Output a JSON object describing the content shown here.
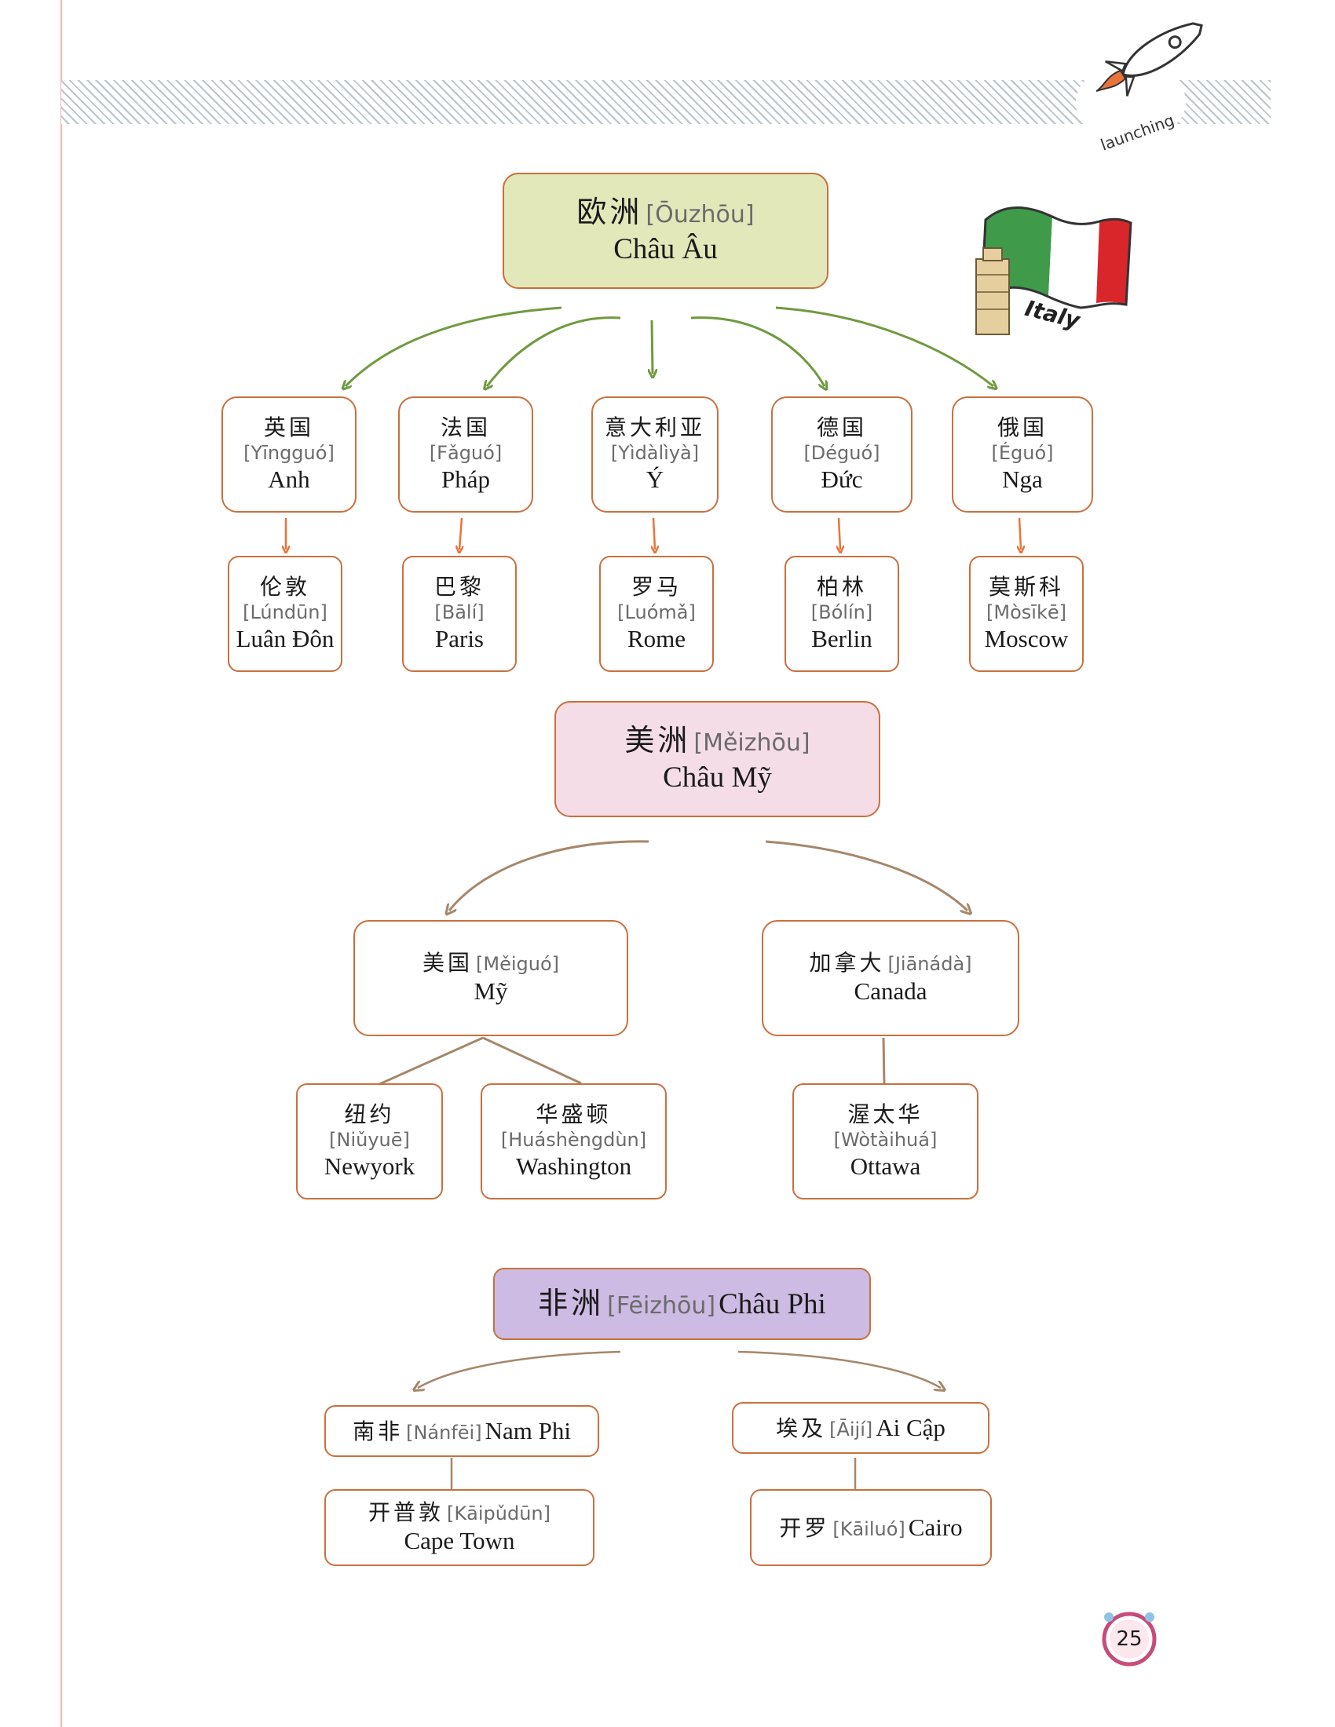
{
  "header": {
    "tag": "launching"
  },
  "decoration": {
    "flag_label": "Italy"
  },
  "europe": {
    "continent": {
      "zh": "欧洲",
      "py": "[Ōuzhōu]",
      "vi": "Châu Âu"
    },
    "countries": [
      {
        "zh": "英国",
        "py": "[Yīngguó]",
        "vi": "Anh",
        "capital": {
          "zh": "伦敦",
          "py": "[Lúndūn]",
          "vi": "Luân Đôn"
        }
      },
      {
        "zh": "法国",
        "py": "[Fǎguó]",
        "vi": "Pháp",
        "capital": {
          "zh": "巴黎",
          "py": "[Bālí]",
          "vi": "Paris"
        }
      },
      {
        "zh": "意大利亚",
        "py": "[Yìdàlìyà]",
        "vi": "Ý",
        "capital": {
          "zh": "罗马",
          "py": "[Luómǎ]",
          "vi": "Rome"
        }
      },
      {
        "zh": "德国",
        "py": "[Déguó]",
        "vi": "Đức",
        "capital": {
          "zh": "柏林",
          "py": "[Bólín]",
          "vi": "Berlin"
        }
      },
      {
        "zh": "俄国",
        "py": "[Éguó]",
        "vi": "Nga",
        "capital": {
          "zh": "莫斯科",
          "py": "[Mòsīkē]",
          "vi": "Moscow"
        }
      }
    ]
  },
  "america": {
    "continent": {
      "zh": "美洲",
      "py": "[Měizhōu]",
      "vi": "Châu Mỹ"
    },
    "countries": [
      {
        "zh": "美国",
        "py": "[Měiguó]",
        "vi": "Mỹ"
      },
      {
        "zh": "加拿大",
        "py": "[Jiānádà]",
        "vi": "Canada"
      }
    ],
    "cities": [
      {
        "zh": "纽约",
        "py": "[Niǔyuē]",
        "vi": "Newyork"
      },
      {
        "zh": "华盛顿",
        "py": "[Huáshèngdùn]",
        "vi": "Washington"
      },
      {
        "zh": "渥太华",
        "py": "[Wòtàihuá]",
        "vi": "Ottawa"
      }
    ]
  },
  "africa": {
    "continent": {
      "zh": "非洲",
      "py": "[Fēizhōu]",
      "vi": "Châu Phi"
    },
    "countries": [
      {
        "zh": "南非",
        "py": "[Nánfēi]",
        "vi": "Nam Phi",
        "capital": {
          "zh": "开普敦",
          "py": "[Kāipǔdūn]",
          "vi": "Cape Town"
        }
      },
      {
        "zh": "埃及",
        "py": "[Āijí]",
        "vi": "Ai Cập",
        "capital": {
          "zh": "开罗",
          "py": "[Kāiluó]",
          "vi": "Cairo"
        }
      }
    ]
  },
  "footer": {
    "page_number": "25"
  },
  "colors": {
    "europe_fill": "#e2e8b9",
    "america_fill": "#f5dde7",
    "africa_fill": "#cdbbe3",
    "border": "#c9703e",
    "arrow_green": "#6f9a3e",
    "arrow_brown": "#a5876a",
    "arrow_orange": "#e8743b"
  }
}
